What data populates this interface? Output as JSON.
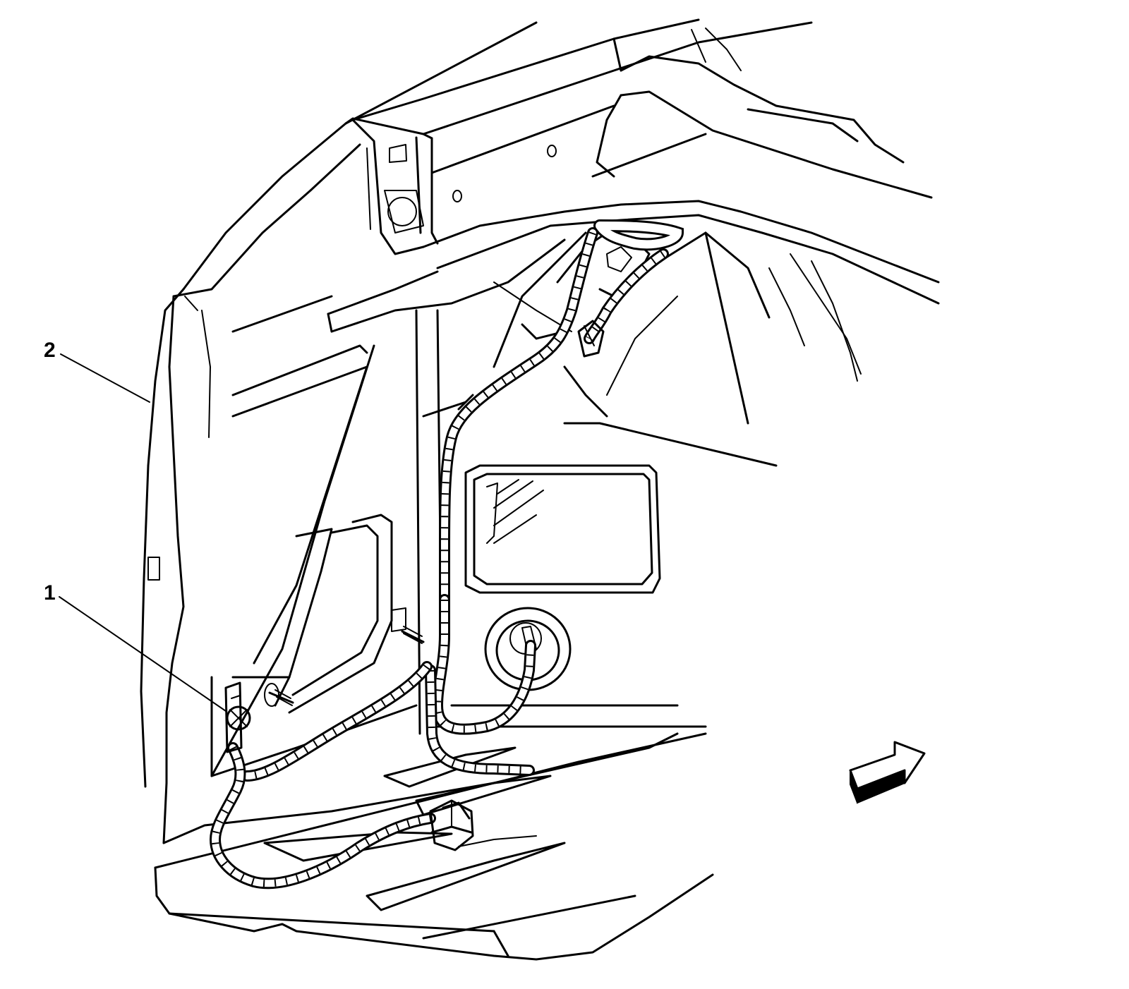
{
  "figure": {
    "callouts": [
      {
        "id": "1",
        "label": "1"
      },
      {
        "id": "2",
        "label": "2"
      }
    ],
    "colors": {
      "stroke": "#000000",
      "background": "#ffffff",
      "arrow_fill": "#000000"
    },
    "icons": [
      "view-direction-arrow-icon"
    ]
  }
}
